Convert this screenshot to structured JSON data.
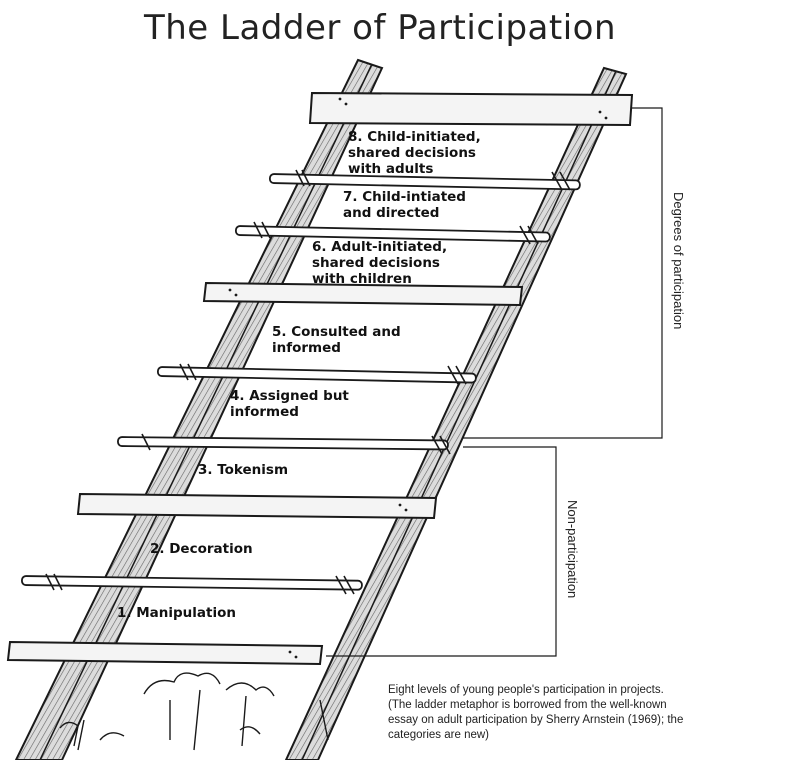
{
  "title": "The Ladder of Participation",
  "rungs": [
    {
      "label": "8. Child-initiated,\nshared decisions\nwith adults"
    },
    {
      "label": "7. Child-intiated\nand directed"
    },
    {
      "label": "6. Adult-initiated,\nshared decisions\nwith children"
    },
    {
      "label": "5. Consulted and\ninformed"
    },
    {
      "label": "4. Assigned but\ninformed"
    },
    {
      "label": "3. Tokenism"
    },
    {
      "label": "2. Decoration"
    },
    {
      "label": "1. Manipulation"
    }
  ],
  "brackets": {
    "degrees": "Degrees of participation",
    "non": "Non-participation"
  },
  "caption": [
    "Eight levels of young people's participation in projects.",
    "(The ladder metaphor is borrowed from the well-known",
    "essay on adult participation by Sherry Arnstein (1969); the",
    "categories are new)"
  ],
  "colors": {
    "ink": "#1a1a1a",
    "rail_shade": "#9a9a9a",
    "rung_fill": "#f4f4f4"
  }
}
